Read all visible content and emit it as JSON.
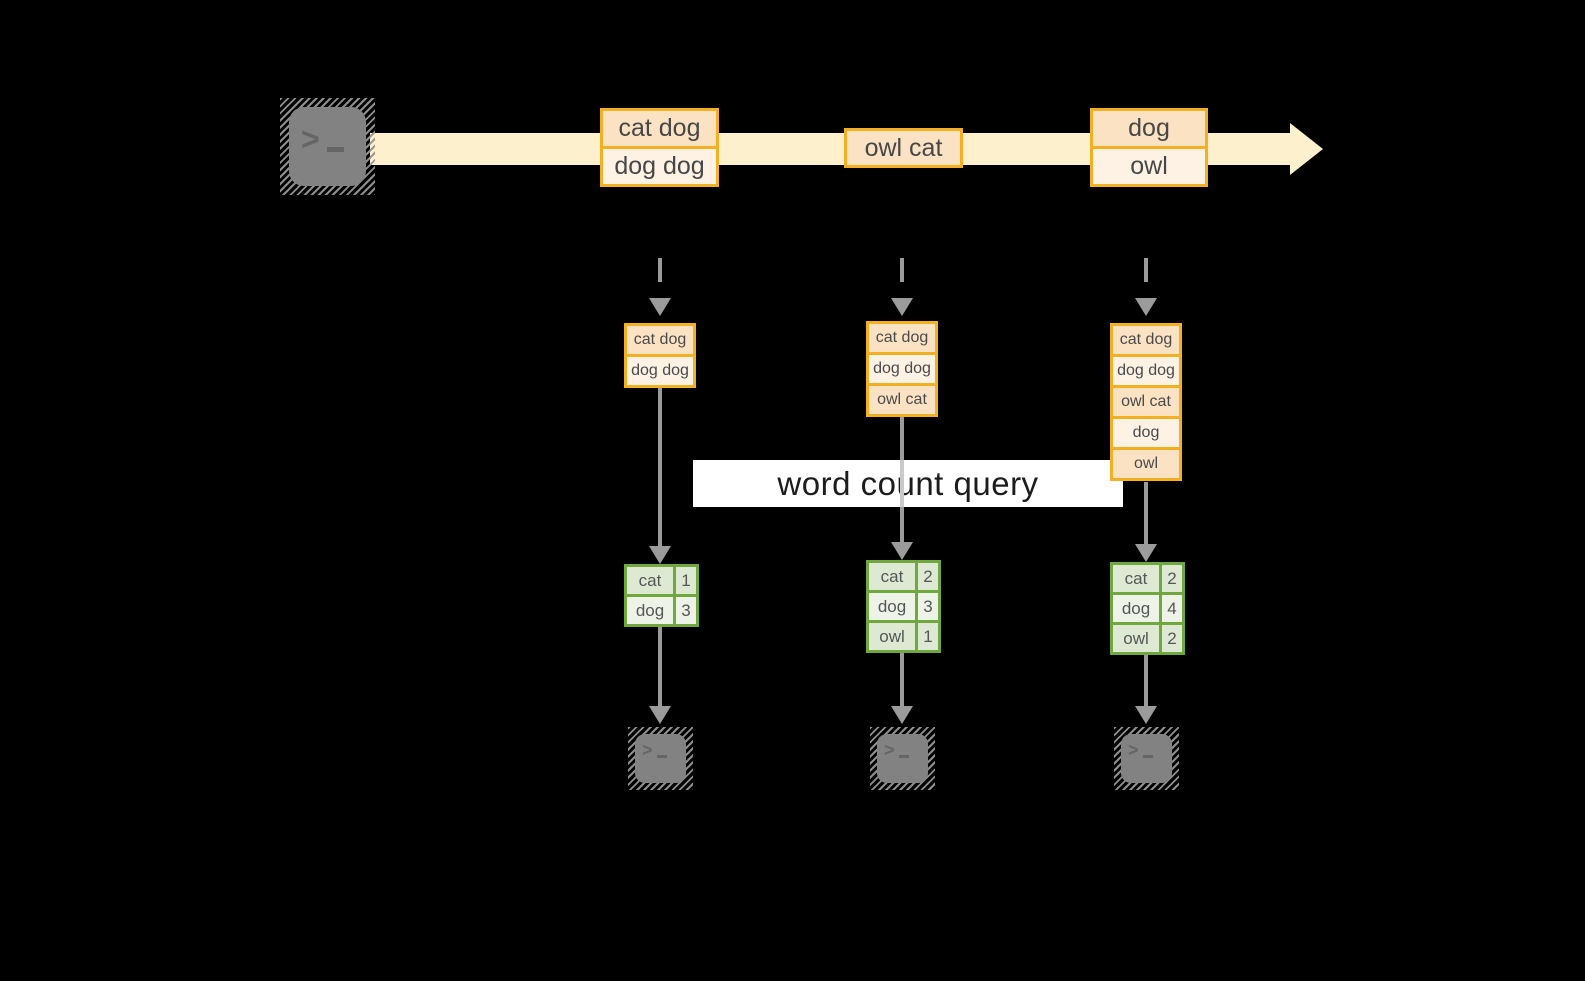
{
  "banner": {
    "label": "word count query"
  },
  "colors": {
    "background": "#000000",
    "stream_band": "#fdf0cc",
    "box_border": "#f2b022",
    "box_fill_dark": "#fae2c3",
    "box_fill_light": "#fdf2e4",
    "table_border": "#70a83d",
    "table_fill_dark": "#dde9d3",
    "table_fill_light": "#eef3e8",
    "arrow_gray": "#9b9b9b",
    "banner_bg": "#ffffff",
    "terminal_gray": "#828282"
  },
  "icons": {
    "source": "terminal-icon",
    "sinks": [
      "terminal-icon",
      "terminal-icon",
      "terminal-icon"
    ]
  },
  "stream_batches": [
    {
      "lines": [
        "cat dog",
        "dog dog"
      ]
    },
    {
      "lines": [
        "owl cat"
      ]
    },
    {
      "lines": [
        "dog",
        "owl"
      ]
    }
  ],
  "columns": [
    {
      "batch": [
        "cat dog",
        "dog dog"
      ],
      "counts": [
        [
          "cat",
          "1"
        ],
        [
          "dog",
          "3"
        ]
      ]
    },
    {
      "batch": [
        "cat dog",
        "dog dog",
        "owl cat"
      ],
      "counts": [
        [
          "cat",
          "2"
        ],
        [
          "dog",
          "3"
        ],
        [
          "owl",
          "1"
        ]
      ]
    },
    {
      "batch": [
        "cat dog",
        "dog dog",
        "owl cat",
        "dog",
        "owl"
      ],
      "counts": [
        [
          "cat",
          "2"
        ],
        [
          "dog",
          "4"
        ],
        [
          "owl",
          "2"
        ]
      ]
    }
  ]
}
